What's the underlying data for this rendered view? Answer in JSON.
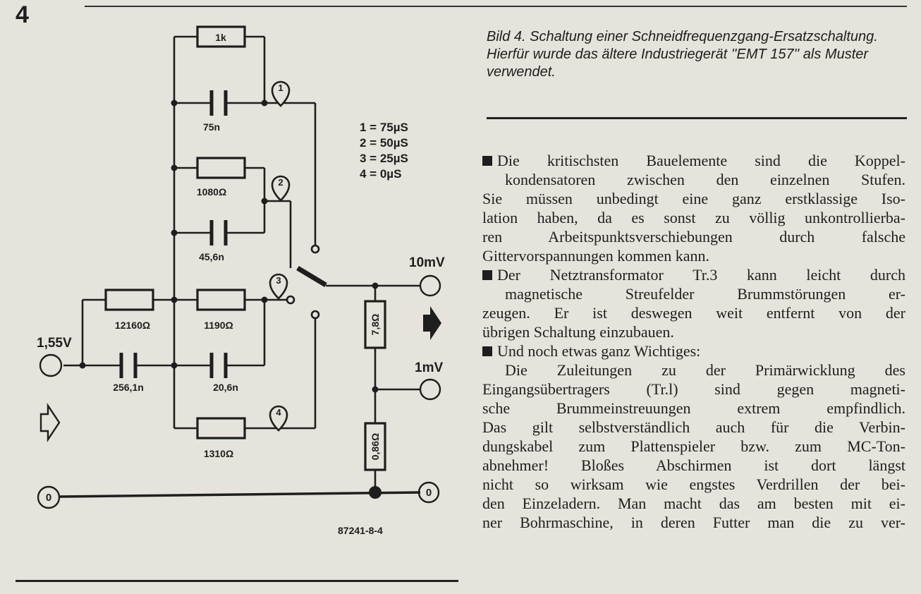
{
  "figure_number": "4",
  "caption": "Bild 4. Schaltung einer Schneidfrequenzgang-Ersatzschaltung. Hierfür wurde das ältere Industriegerät ''EMT 157'' als Muster verwendet.",
  "schematic": {
    "components": {
      "r_1k": "1k",
      "c_75n": "75n",
      "r_1080": "1080Ω",
      "c_45n": "45,6n",
      "r_1190": "1190Ω",
      "c_20n": "20,6n",
      "r_1310": "1310Ω",
      "r_12160": "12160Ω",
      "c_256n": "256,1n",
      "r_7_8": "7,8Ω",
      "r_0_86": "0,86Ω"
    },
    "legend": [
      "1 = 75µS",
      "2 = 50µS",
      "3 = 25µS",
      "4 = 0µS"
    ],
    "switch_markers": [
      "1",
      "2",
      "3",
      "4"
    ],
    "input_voltage": "1,55V",
    "output_high": "10mV",
    "output_low": "1mV",
    "ground_label": "0",
    "drawing_code": "87241-8-4"
  },
  "article": {
    "paragraphs": [
      [
        "Die kritischsten Bauelemente sind die Koppel-",
        "kondensatoren zwischen den einzelnen Stufen.",
        "Sie müssen unbedingt eine ganz erstklassige Iso-",
        "lation haben, da es sonst zu völlig unkontrollierba-",
        "ren Arbeitspunktsverschiebungen durch falsche",
        "Gittervorspannungen kommen kann."
      ],
      [
        "Der Netztransformator Tr.3 kann leicht durch",
        "magnetische Streufelder Brummstörungen er-",
        "zeugen. Er ist deswegen weit entfernt von der",
        "übrigen Schaltung einzubauen."
      ],
      [
        "Und noch etwas ganz Wichtiges:"
      ],
      [
        "Die Zuleitungen zu der Primärwicklung des",
        "Eingangsübertragers (Tr.l) sind gegen magneti-",
        "sche Brummeinstreuungen extrem empfindlich.",
        "Das gilt selbstverständlich auch für die Verbin-",
        "dungskabel zum Plattenspieler bzw. zum MC-Ton-",
        "abnehmer! Bloßes Abschirmen ist dort längst",
        "nicht so wirksam wie engstes Verdrillen der bei-",
        "den Einzeladern. Man macht das am besten mit ei-",
        "ner Bohrmaschine, in deren Futter man die zu ver-"
      ]
    ]
  }
}
